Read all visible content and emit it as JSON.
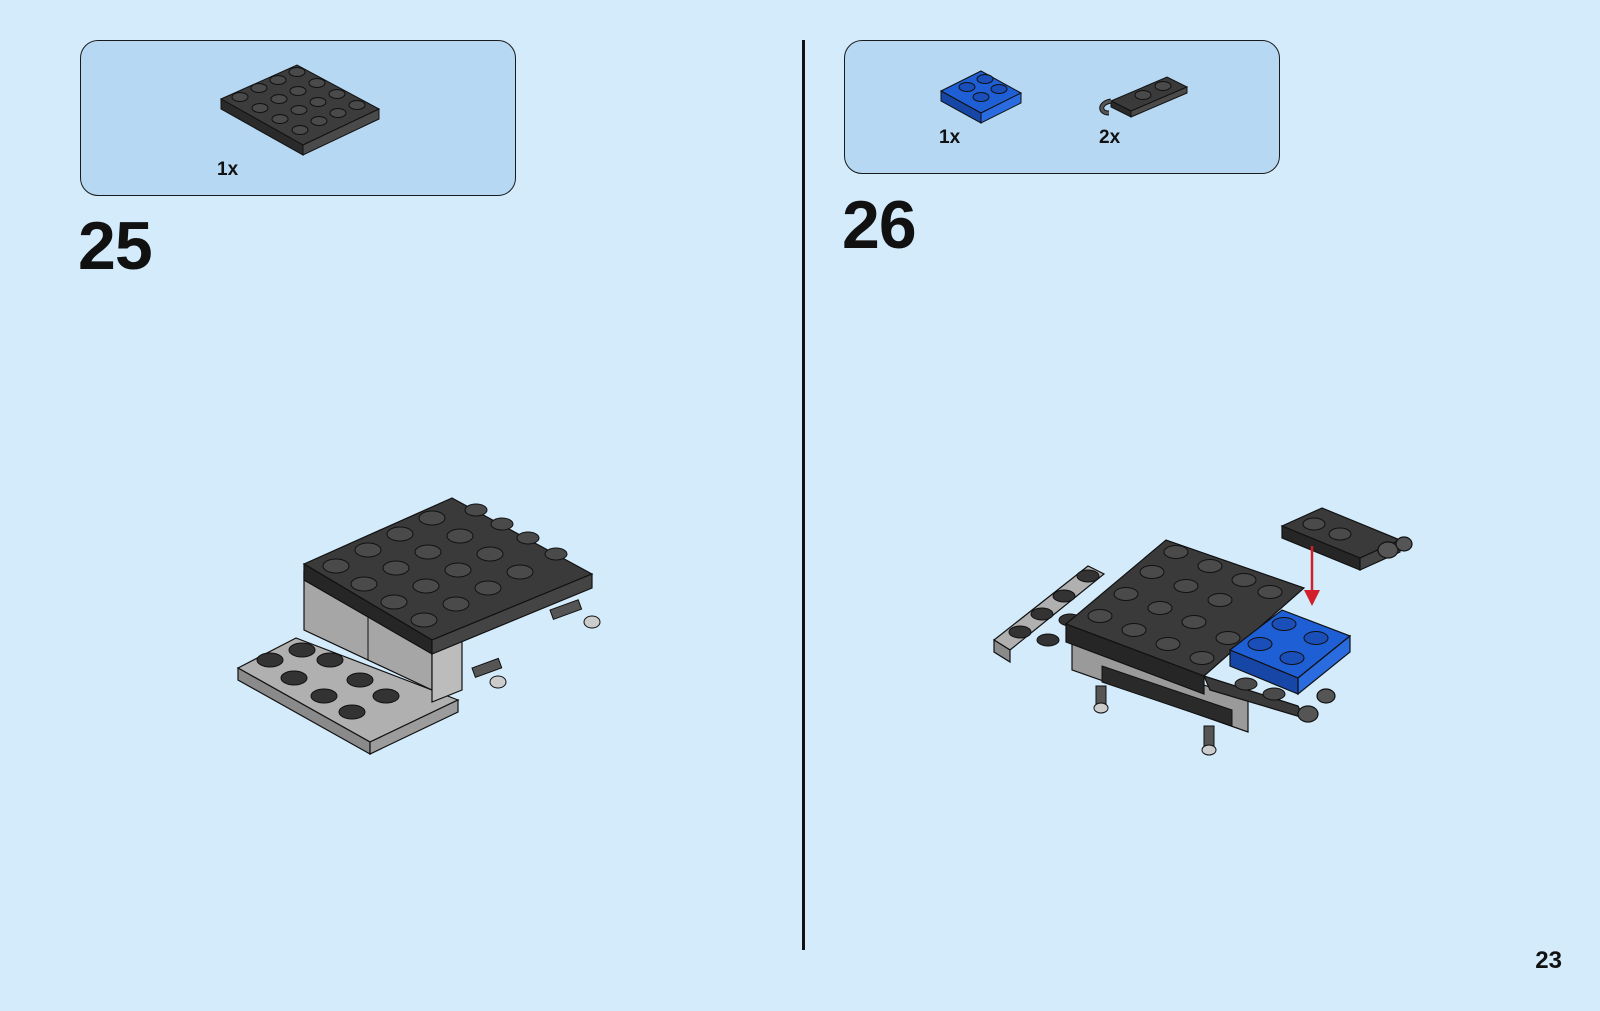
{
  "page_number": "23",
  "steps": [
    {
      "number": "25",
      "parts": [
        {
          "qty": "1x",
          "part": "plate-4x4-dark-gray-icon"
        }
      ]
    },
    {
      "number": "26",
      "parts": [
        {
          "qty": "1x",
          "part": "plate-2x2-blue-icon"
        },
        {
          "qty": "2x",
          "part": "plate-1x2-with-clip-dark-gray-icon"
        }
      ]
    }
  ],
  "colors": {
    "background": "#d4ebfb",
    "parts_panel": "#b6d8f3",
    "dark_gray": "#3a3a3a",
    "light_gray": "#a8a8a8",
    "blue": "#1f5fd6",
    "arrow_red": "#d2202a"
  }
}
